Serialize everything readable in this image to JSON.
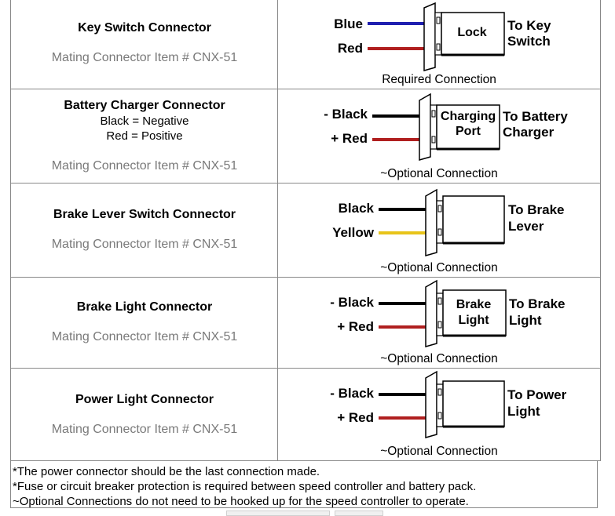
{
  "rows": [
    {
      "title": "Key Switch Connector",
      "mating": "Mating Connector Item # CNX-51",
      "wire1": "Blue",
      "wire2": "Red",
      "box": [
        "Lock"
      ],
      "dest": [
        "To Key",
        "Switch"
      ],
      "caption": "Required Connection",
      "wire1_color": "#1f1fb0",
      "wire2_color": "#b01f1f"
    },
    {
      "title": "Battery Charger Connector",
      "sub1": "Black = Negative",
      "sub2": "Red = Positive",
      "mating": "Mating Connector Item # CNX-51",
      "wire1": "- Black",
      "wire2": "+ Red",
      "box": [
        "Charging",
        "Port"
      ],
      "dest": [
        "To Battery",
        "Charger"
      ],
      "caption": "~Optional Connection",
      "wire1_color": "#000000",
      "wire2_color": "#b01f1f"
    },
    {
      "title": "Brake Lever Switch Connector",
      "mating": "Mating Connector Item # CNX-51",
      "wire1": "Black",
      "wire2": "Yellow",
      "box": [],
      "dest": [
        "To Brake",
        "Lever"
      ],
      "caption": "~Optional Connection",
      "wire1_color": "#000000",
      "wire2_color": "#e8c41a"
    },
    {
      "title": "Brake Light Connector",
      "mating": "Mating Connector Item # CNX-51",
      "wire1": "- Black",
      "wire2": "+ Red",
      "box": [
        "Brake",
        "Light"
      ],
      "dest": [
        "To Brake",
        "Light"
      ],
      "caption": "~Optional Connection",
      "wire1_color": "#000000",
      "wire2_color": "#b01f1f"
    },
    {
      "title": "Power Light Connector",
      "mating": "Mating Connector Item # CNX-51",
      "wire1": "- Black",
      "wire2": "+ Red",
      "box": [],
      "dest": [
        "To Power",
        "Light"
      ],
      "caption": "~Optional Connection",
      "wire1_color": "#000000",
      "wire2_color": "#b01f1f"
    }
  ],
  "notes": [
    "*The power connector should be the last connection made.",
    "*Fuse or circuit breaker protection is required between speed controller and battery pack.",
    "~Optional Connections do not need to be hooked up for the speed controller to operate."
  ]
}
